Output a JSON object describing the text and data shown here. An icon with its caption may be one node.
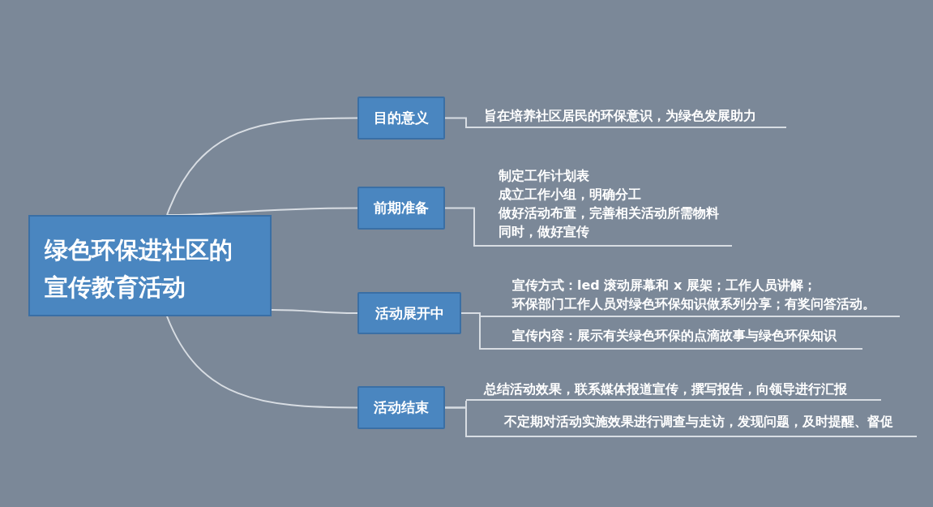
{
  "diagram": {
    "nodes": [
      {
        "text": [
          "绿色环保进社区的宣传教育活动"
        ]
      },
      {
        "text": [
          "目的意义"
        ]
      },
      {
        "text": [
          "前期准备"
        ]
      },
      {
        "text": [
          "活动展开中"
        ]
      },
      {
        "text": [
          "活动结束"
        ]
      },
      {
        "text": [
          "旨在培养社区居民的环保意识，为绿色发展助力"
        ]
      },
      {
        "text": [
          "制定工作计划表",
          "成立工作小组，明确分工",
          "做好活动布置，完善相关活动所需物料",
          "同时，做好宣传"
        ]
      },
      {
        "text": [
          "宣传方式：led 滚动屏幕和 x 展架；工作人员讲解；",
          "环保部门工作人员对绿色环保知识做系列分享；有奖问答活动。"
        ]
      },
      {
        "text": [
          "宣传内容：展示有关绿色环保的点滴故事与绿色环保知识"
        ]
      },
      {
        "text": [
          "总结活动效果，联系媒体报道宣传，撰写报告，向领导进行汇报"
        ]
      },
      {
        "text": [
          "不定期对活动实施效果进行调查与走访，发现问题，及时提醒、督促"
        ]
      }
    ],
    "edges": [
      {
        "from": 0,
        "to": 1,
        "arrow": "none"
      },
      {
        "from": 0,
        "to": 2,
        "arrow": "none"
      },
      {
        "from": 0,
        "to": 3,
        "arrow": "none"
      },
      {
        "from": 0,
        "to": 4,
        "arrow": "none"
      },
      {
        "from": 1,
        "to": 5,
        "arrow": "none"
      },
      {
        "from": 2,
        "to": 6,
        "arrow": "none"
      },
      {
        "from": 3,
        "to": 7,
        "arrow": "none"
      },
      {
        "from": 3,
        "to": 8,
        "arrow": "none"
      },
      {
        "from": 4,
        "to": 9,
        "arrow": "none"
      },
      {
        "from": 4,
        "to": 10,
        "arrow": "none"
      }
    ]
  }
}
